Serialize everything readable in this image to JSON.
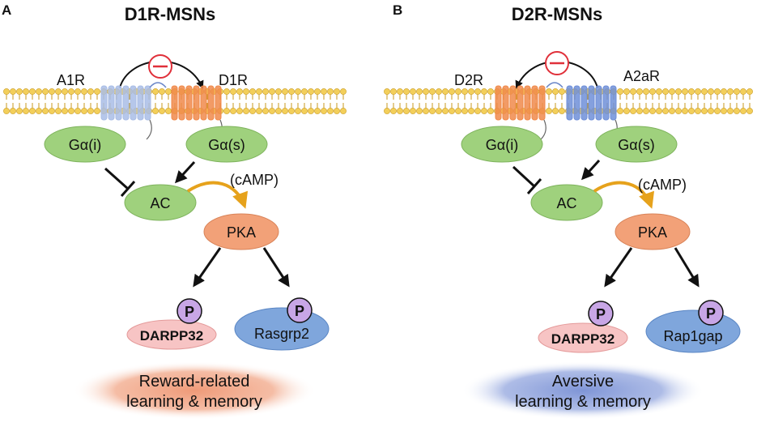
{
  "panels": [
    {
      "letter": "A",
      "title": "D1R-MSNs",
      "receptor_left": "A1R",
      "receptor_right": "D1R",
      "g_left": "Gα(i)",
      "g_right": "Gα(s)",
      "ac": "AC",
      "camp": "(cAMP)",
      "pka": "PKA",
      "phospho": "P",
      "target_left": "DARPP32",
      "target_right": "Rasgrp2",
      "outcome_line1": "Reward-related",
      "outcome_line2": "learning & memory",
      "outcome_color": "#ef9a78"
    },
    {
      "letter": "B",
      "title": "D2R-MSNs",
      "receptor_left": "D2R",
      "receptor_right": "A2aR",
      "g_left": "Gα(i)",
      "g_right": "Gα(s)",
      "ac": "AC",
      "camp": "(cAMP)",
      "pka": "PKA",
      "phospho": "P",
      "target_left": "DARPP32",
      "target_right": "Rap1gap",
      "outcome_line1": "Aversive",
      "outcome_line2": "learning & memory",
      "outcome_color": "#8ea2db"
    }
  ],
  "colors": {
    "membrane_head": "#f3cf5a",
    "membrane_tail": "#c99a1e",
    "g_protein": "#9fd17d",
    "pka": "#f2a178",
    "darpp32": "#f7c4c4",
    "second_target": "#7fa6dc",
    "phospho_circle": "#c8a6e6",
    "receptor_orange": "#f08a4b",
    "receptor_blue": "#6f8fd8",
    "receptor_faded_blue": "#a9bde6",
    "inhibition_red": "#e0303a",
    "camp_arrow": "#e6a21c"
  }
}
